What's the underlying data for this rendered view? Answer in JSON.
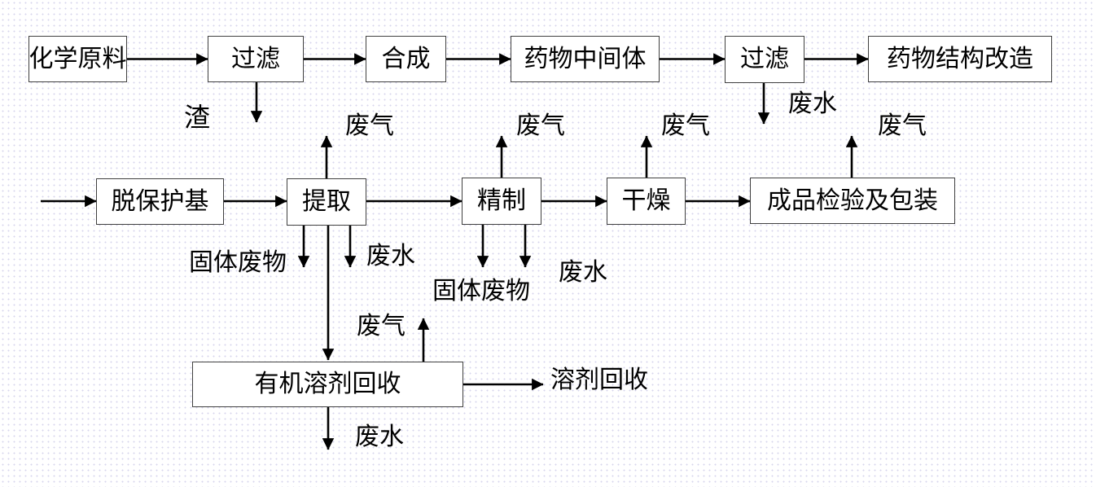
{
  "nodes": {
    "raw_material": "化学原料",
    "filter": "过滤",
    "synthesis": "合成",
    "intermediate": "药物中间体",
    "restructure": "药物结构改造",
    "deprotect": "脱保护基",
    "extract": "提取",
    "refine": "精制",
    "dry": "干燥",
    "inspect_pack": "成品检验及包装",
    "solvent_recovery": "有机溶剂回收"
  },
  "streams": {
    "slag": "渣",
    "wastewater": "废水",
    "waste_gas": "废气",
    "solid_waste": "固体废物",
    "solvent_out": "溶剂回收"
  },
  "flow": {
    "line1": [
      "化学原料",
      "过滤",
      "合成",
      "药物中间体",
      "过滤",
      "药物结构改造"
    ],
    "line2": [
      "脱保护基",
      "提取",
      "精制",
      "干燥",
      "成品检验及包装"
    ],
    "line3": [
      "提取",
      "有机溶剂回收",
      "溶剂回收"
    ],
    "waste_edges": [
      {
        "from": "过滤(1)",
        "out": "渣"
      },
      {
        "from": "过滤(2)",
        "out": "废水"
      },
      {
        "from": "提取",
        "out": "废气"
      },
      {
        "from": "提取",
        "out": "固体废物"
      },
      {
        "from": "提取",
        "out": "废水"
      },
      {
        "from": "精制",
        "out": "废气"
      },
      {
        "from": "精制",
        "out": "固体废物"
      },
      {
        "from": "精制",
        "out": "废水"
      },
      {
        "from": "干燥",
        "out": "废气"
      },
      {
        "from": "成品检验及包装",
        "out": "废气"
      },
      {
        "from": "有机溶剂回收",
        "out": "废气"
      },
      {
        "from": "有机溶剂回收",
        "out": "废水"
      }
    ]
  },
  "colors": {
    "line": "#000000",
    "box_border": "#404040",
    "box_fill": "#ffffff",
    "text": "#000000",
    "background_dots": "#9691cd"
  }
}
